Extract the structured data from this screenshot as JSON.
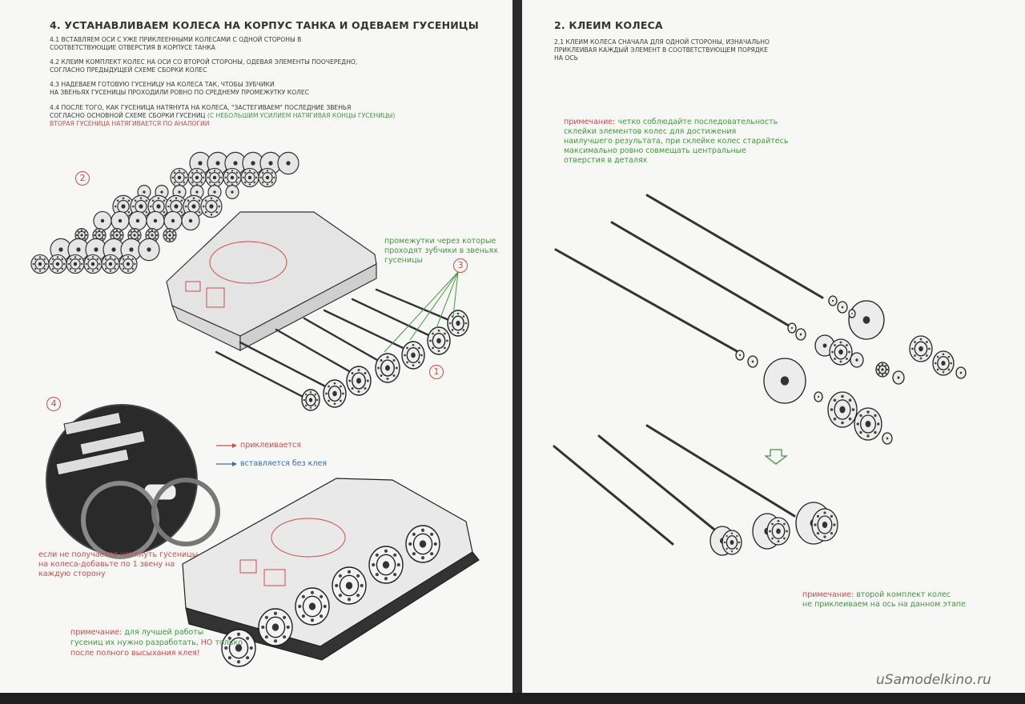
{
  "left_page": {
    "heading": "4. УСТАНАВЛИВАЕМ КОЛЕСА НА КОРПУС ТАНКА И ОДЕВАЕМ ГУСЕНИЦЫ",
    "steps": [
      {
        "lines": [
          "4.1 ВСТАВЛЯЕМ ОСИ С УЖЕ ПРИКЛЕЕННЫМИ КОЛЕСАМИ С ОДНОЙ СТОРОНЫ В",
          "СООТВЕТСТВУЮЩИЕ ОТВЕРСТИЯ В КОРПУСЕ ТАНКА"
        ]
      },
      {
        "lines": [
          "4.2 КЛЕИМ КОМПЛЕКТ КОЛЕС НА ОСИ СО ВТОРОЙ СТОРОНЫ, ОДЕВАЯ ЭЛЕМЕНТЫ ПООЧЕРЕДНО,",
          "СОГЛАСНО ПРЕДЫДУЩЕЙ СХЕМЕ СБОРКИ КОЛЕС"
        ]
      },
      {
        "lines": [
          "4.3 НАДЕВАЕМ ГОТОВУЮ ГУСЕНИЦУ НА КОЛЕСА ТАК, ЧТОБЫ ЗУБЧИКИ",
          "НА ЗВЕНЬЯХ ГУСЕНИЦЫ ПРОХОДИЛИ РОВНО ПО СРЕДНЕМУ ПРОМЕЖУТКУ КОЛЕС"
        ]
      },
      {
        "line1": "4.4 ПОСЛЕ ТОГО, КАК ГУСЕНИЦА НАТЯНУТА НА КОЛЕСА, \"ЗАСТЕГИВАЕМ\" ПОСЛЕДНИЕ ЗВЕНЬЯ",
        "line2_main": "СОГЛАСНО ОСНОВНОЙ СХЕМЕ СБОРКИ ГУСЕНИЦ",
        "line2_note": "(С НЕБОЛЬШИМ УСИЛИЕМ НАТЯГИВАЯ КОНЦЫ ГУСЕНИЦЫ)",
        "line3": "ВТОРАЯ ГУСЕНИЦА НАТЯГИВАЕТСЯ ПО АНАЛОГИИ"
      }
    ],
    "callout_numbers": [
      "2",
      "3",
      "1",
      "4"
    ],
    "gaps_note": [
      "промежутки через которые",
      "проходят зубчики в звеньях",
      "гусеницы"
    ],
    "legend": {
      "glued": "приклеивается",
      "inserted": "вставляется без клея"
    },
    "track_tip": [
      "если не получается натянуть гусеницы",
      "на колеса-добавьте по 1 звену на",
      "каждую сторону"
    ],
    "note": {
      "label": "примечание:",
      "line1": "для лучшей работы",
      "line2_a": "гусениц их нужно разработать,",
      "line2_b": "НО",
      "line2_c": "только",
      "line3": "после полного высыхания клея!"
    },
    "colors": {
      "green": "#3f9a3c",
      "red": "#d24a4a",
      "blue": "#2f6fb8"
    }
  },
  "right_page": {
    "heading": "2. КЛЕИМ КОЛЕСА",
    "sub": [
      "2.1 КЛЕИМ КОЛЕСА СНАЧАЛА ДЛЯ ОДНОЙ СТОРОНЫ, ИЗНАЧАЛЬНО",
      "ПРИКЛЕИВАЯ КАЖДЫЙ ЭЛЕМЕНТ В СООТВЕТСТВУЮЩЕМ ПОРЯДКЕ",
      "НА ОСЬ"
    ],
    "note1": {
      "label": "примечание:",
      "lines": [
        "четко соблюдайте последовательность",
        "склейки элементов колес для достижения",
        "наилучшего результата, при склейке колес старайтесь",
        "максимально ровно совмещать центральные",
        "отверстия в деталях"
      ]
    },
    "note2": {
      "label": "примечание:",
      "line1": "второй комплект колес",
      "line2": "не приклеиваем на ось на данном этапе"
    },
    "watermark": "uSamodelkino.ru"
  }
}
